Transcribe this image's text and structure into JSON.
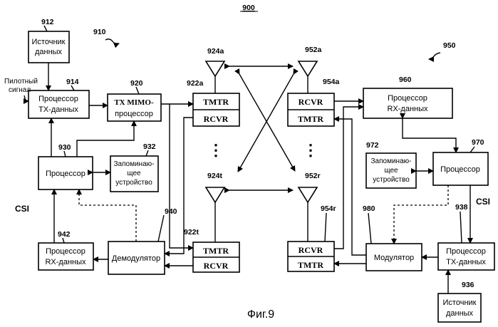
{
  "figure_number": "900",
  "caption": "Фиг.9",
  "groups": {
    "left": "910",
    "right": "950"
  },
  "blocks": {
    "src_left": {
      "ref": "912",
      "lines": [
        "Источник",
        "данных"
      ]
    },
    "tx_proc_left": {
      "ref": "914",
      "lines": [
        "Процессор",
        "TX-данных"
      ]
    },
    "tx_mimo": {
      "ref": "920",
      "lines": [
        "TX MIMO-",
        "процессор"
      ]
    },
    "proc_left": {
      "ref": "930",
      "lines": [
        "Процессор"
      ]
    },
    "mem_left": {
      "ref": "932",
      "lines": [
        "Запоминаю-",
        "щее",
        "устройство"
      ]
    },
    "rx_proc_left": {
      "ref": "942",
      "lines": [
        "Процессор",
        "RX-данных"
      ]
    },
    "demod": {
      "ref": "940",
      "lines": [
        "Демодулятор"
      ]
    },
    "rx_proc_right": {
      "ref": "960",
      "lines": [
        "Процессор",
        "RX-данных"
      ]
    },
    "mem_right": {
      "ref": "972",
      "lines": [
        "Запоминаю-",
        "щее",
        "устройство"
      ]
    },
    "proc_right": {
      "ref": "970",
      "lines": [
        "Процессор"
      ]
    },
    "mod": {
      "ref": "980",
      "lines": [
        "Модулятор"
      ]
    },
    "tx_proc_right": {
      "ref": "938",
      "lines": [
        "Процессор",
        "TX-данных"
      ]
    },
    "src_right": {
      "ref": "936",
      "lines": [
        "Источник",
        "данных"
      ]
    }
  },
  "transceivers": {
    "t922a": {
      "ref": "922a",
      "top": "TMTR",
      "bottom": "RCVR"
    },
    "t922t": {
      "ref": "922t",
      "top": "TMTR",
      "bottom": "RCVR"
    },
    "t954a": {
      "ref": "954a",
      "top": "RCVR",
      "bottom": "TMTR"
    },
    "t954r": {
      "ref": "954r",
      "top": "RCVR",
      "bottom": "TMTR"
    }
  },
  "antennas": {
    "a924a": "924a",
    "a924t": "924t",
    "a952a": "952a",
    "a952r": "952r"
  },
  "labels": {
    "pilot": [
      "Пилотный",
      "сигнал"
    ],
    "csi_left": "CSI",
    "csi_right": "CSI",
    "ellipsis": "⋮"
  }
}
